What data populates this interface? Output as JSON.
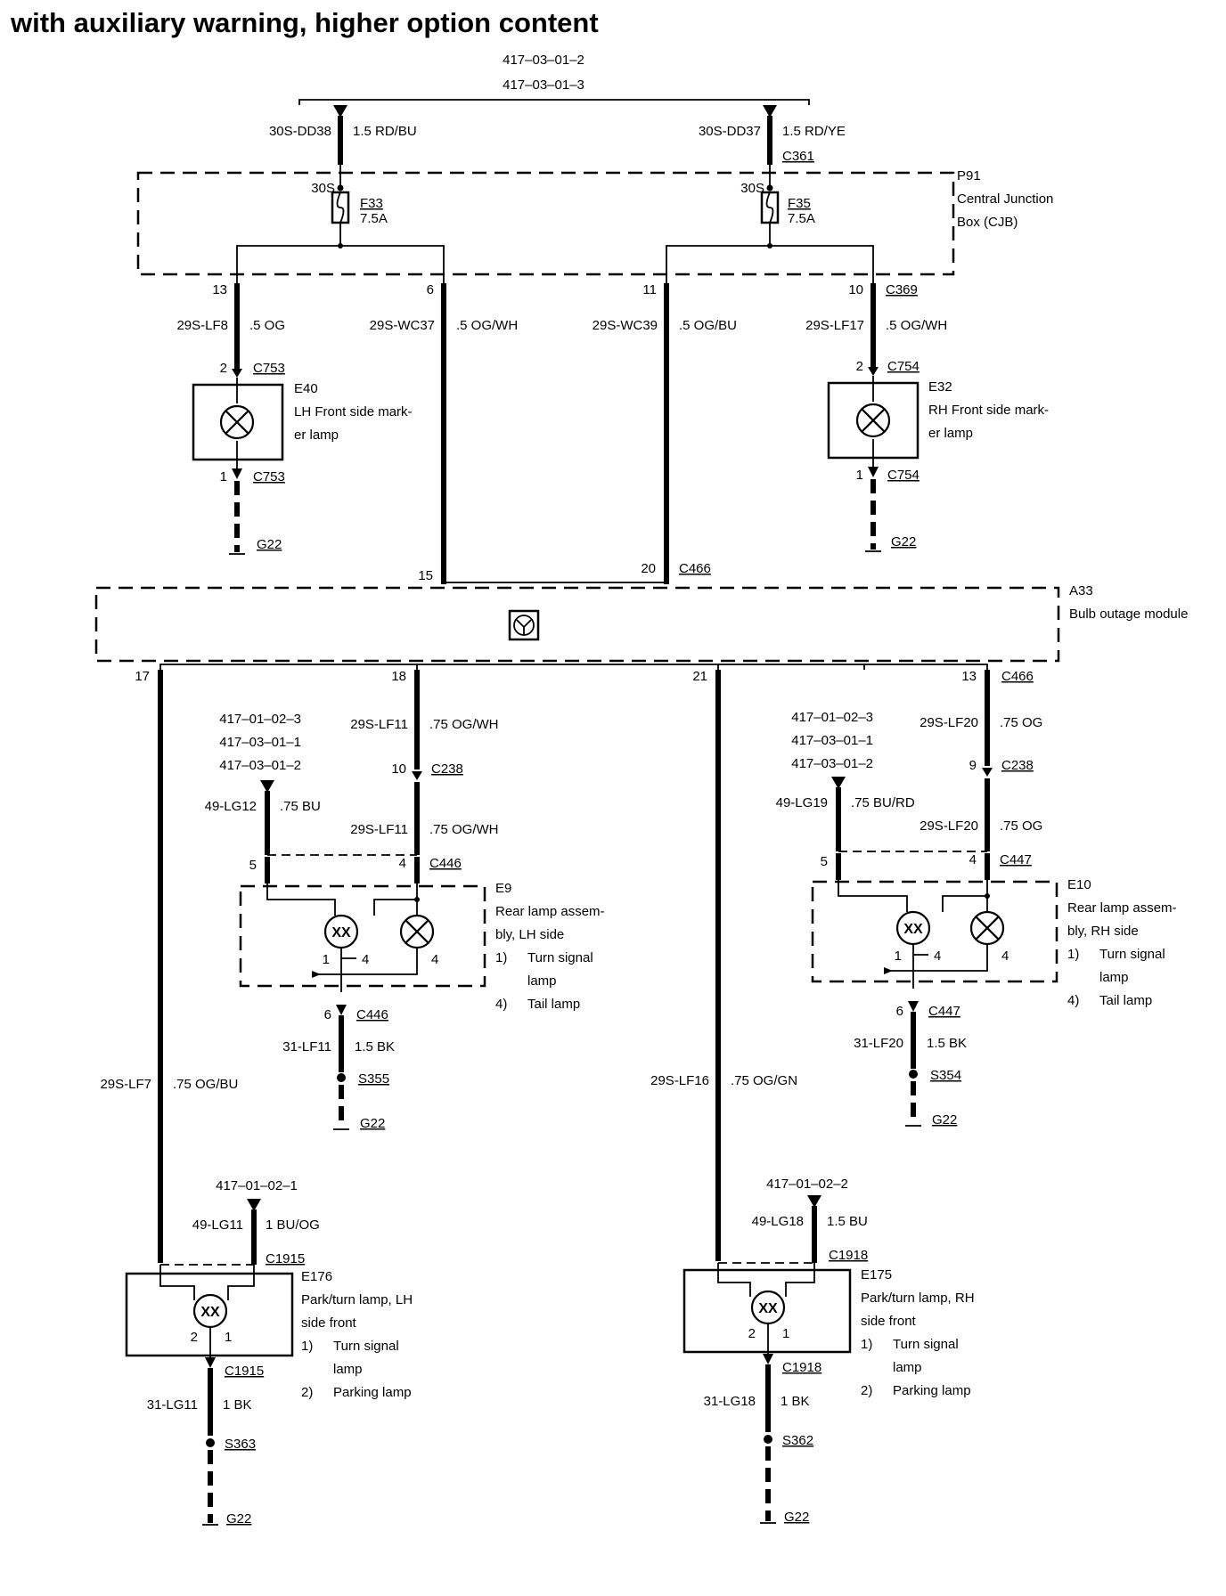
{
  "title": "with auxiliary warning, higher option content",
  "refs": {
    "top1": "417–03–01–2",
    "top2": "417–03–01–3",
    "lh_a": "417–01–02–3",
    "lh_b": "417–03–01–1",
    "lh_c": "417–03–01–2",
    "rh_a": "417–01–02–3",
    "rh_b": "417–03–01–1",
    "rh_c": "417–03–01–2",
    "flh": "417–01–02–1",
    "frh": "417–01–02–2"
  },
  "wires": {
    "dd38": "30S-DD38",
    "dd38_s": "1.5 RD/BU",
    "dd37": "30S-DD37",
    "dd37_s": "1.5 RD/YE",
    "lf8": "29S-LF8",
    "lf8_s": ".5 OG",
    "wc37": "29S-WC37",
    "wc37_s": ".5 OG/WH",
    "wc39": "29S-WC39",
    "wc39_s": ".5 OG/BU",
    "lf17": "29S-LF17",
    "lf17_s": ".5 OG/WH",
    "lf11": "29S-LF11",
    "lf11_s": ".75 OG/WH",
    "lf11b": "29S-LF11",
    "lf11b_s": ".75 OG/WH",
    "lg12": "49-LG12",
    "lg12_s": ".75 BU",
    "lf20": "29S-LF20",
    "lf20_s": ".75 OG",
    "lf20b": "29S-LF20",
    "lf20b_s": ".75 OG",
    "lg19": "49-LG19",
    "lg19_s": ".75 BU/RD",
    "lf7": "29S-LF7",
    "lf7_s": ".75 OG/BU",
    "lf16": "29S-LF16",
    "lf16_s": ".75 OG/GN",
    "lf11g": "31-LF11",
    "lf11g_s": "1.5 BK",
    "lf20g": "31-LF20",
    "lf20g_s": "1.5 BK",
    "lg11": "49-LG11",
    "lg11_s": "1 BU/OG",
    "lg18": "49-LG18",
    "lg18_s": "1.5 BU",
    "lg11g": "31-LG11",
    "lg11g_s": "1 BK",
    "lg18g": "31-LG18",
    "lg18g_s": "1 BK"
  },
  "connectors": {
    "c361": "C361",
    "c369": "C369",
    "c753a": "C753",
    "c753b": "C753",
    "c754a": "C754",
    "c754b": "C754",
    "c466a": "C466",
    "c466b": "C466",
    "c238a": "C238",
    "c238b": "C238",
    "c446a": "C446",
    "c446b": "C446",
    "c447a": "C447",
    "c447b": "C447",
    "c1915a": "C1915",
    "c1915b": "C1915",
    "c1918a": "C1918",
    "c1918b": "C1918"
  },
  "grounds": {
    "g1": "G22",
    "g2": "G22",
    "g3": "G22",
    "g4": "G22",
    "g5": "G22",
    "g6": "G22",
    "s355": "S355",
    "s354": "S354",
    "s363": "S363",
    "s362": "S362"
  },
  "fuses": {
    "f33": "F33",
    "f33_a": "7.5A",
    "f33_in": "30S",
    "f35": "F35",
    "f35_a": "7.5A",
    "f35_in": "30S"
  },
  "pins": {
    "p13": "13",
    "p6": "6",
    "p11": "11",
    "p10": "10",
    "e40_2": "2",
    "e40_1": "1",
    "e32_2": "2",
    "e32_1": "1",
    "a15": "15",
    "a20": "20",
    "a17": "17",
    "a18": "18",
    "a21": "21",
    "a13": "13",
    "lh10": "10",
    "rh9": "9",
    "e9_5": "5",
    "e9_4": "4",
    "e9_6": "6",
    "e9_i1": "1",
    "e9_i4a": "4",
    "e9_i4b": "4",
    "e10_5": "5",
    "e10_4": "4",
    "e10_6": "6",
    "e10_i1": "1",
    "e10_i4a": "4",
    "e10_i4b": "4",
    "e176_2": "2",
    "e176_1": "1",
    "e175_2": "2",
    "e175_1": "1"
  },
  "components": {
    "p91_id": "P91",
    "p91_l1": "Central Junction",
    "p91_l2": "Box (CJB)",
    "e40_id": "E40",
    "e40_l1": "LH Front side mark-",
    "e40_l2": "er lamp",
    "e32_id": "E32",
    "e32_l1": "RH Front side mark-",
    "e32_l2": "er lamp",
    "a33_id": "A33",
    "a33_l1": "Bulb outage module",
    "e9_id": "E9",
    "e9_l1": "Rear lamp assem-",
    "e9_l2": "bly, LH side",
    "e9_n1": "1)",
    "e9_t1": "Turn signal",
    "e9_t1b": "lamp",
    "e9_n2": "4)",
    "e9_t2": "Tail lamp",
    "e10_id": "E10",
    "e10_l1": "Rear lamp assem-",
    "e10_l2": "bly, RH side",
    "e10_n1": "1)",
    "e10_t1": "Turn signal",
    "e10_t1b": "lamp",
    "e10_n2": "4)",
    "e10_t2": "Tail lamp",
    "e176_id": "E176",
    "e176_l1": "Park/turn lamp, LH",
    "e176_l2": "side front",
    "e176_n1": "1)",
    "e176_t1": "Turn signal",
    "e176_t1b": "lamp",
    "e176_n2": "2)",
    "e176_t2": "Parking lamp",
    "e175_id": "E175",
    "e175_l1": "Park/turn lamp, RH",
    "e175_l2": "side front",
    "e175_n1": "1)",
    "e175_t1": "Turn signal",
    "e175_t1b": "lamp",
    "e175_n2": "2)",
    "e175_t2": "Parking lamp"
  }
}
